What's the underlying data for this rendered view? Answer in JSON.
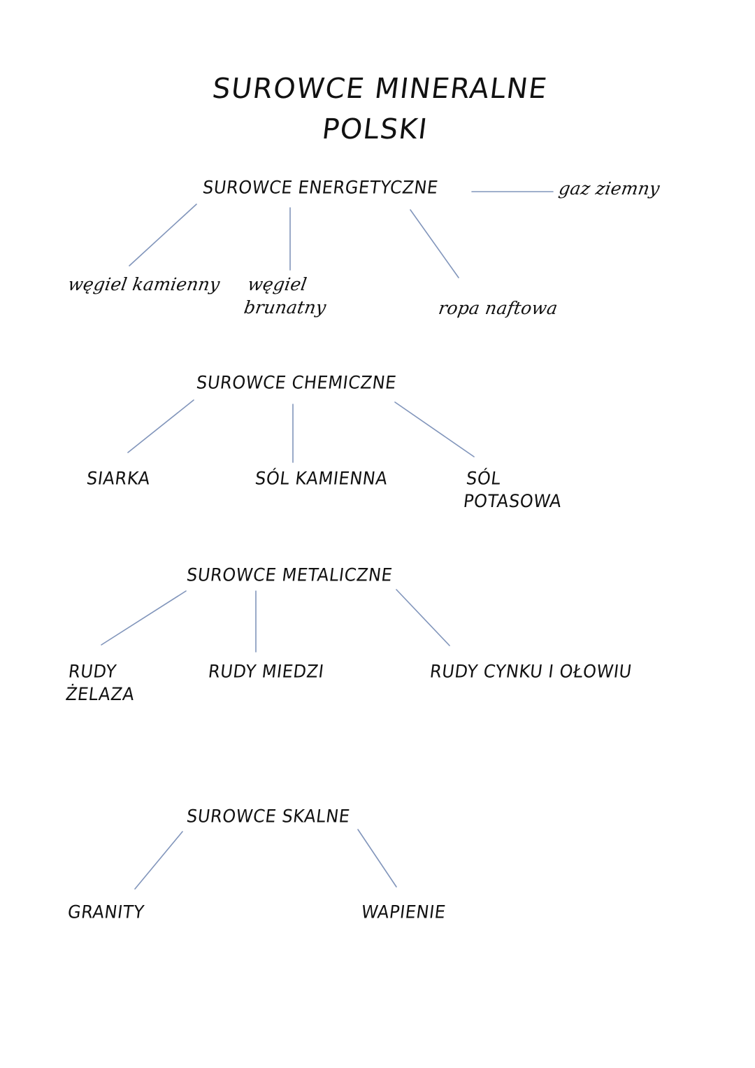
{
  "document": {
    "title_lines": [
      "SUROWCE MINERALNE",
      "POLSKI"
    ],
    "title_full": "SUROWCE MINERALNE POLSKI",
    "background_color": "#ffffff",
    "ink_color": "#111111",
    "connector_color": "#8195bb"
  },
  "groups": [
    {
      "id": "energetyczne",
      "heading": "SUROWCE ENERGETYCZNE",
      "style": "print",
      "side_item": {
        "label": "gaz ziemny",
        "style": "script"
      },
      "children": [
        {
          "label": "węgiel kamienny",
          "style": "script"
        },
        {
          "label": "węgiel\nbrunatny",
          "style": "script"
        },
        {
          "label": "ropa naftowa",
          "style": "script"
        }
      ]
    },
    {
      "id": "chemiczne",
      "heading": "SUROWCE CHEMICZNE",
      "style": "print",
      "children": [
        {
          "label": "SIARKA",
          "style": "print"
        },
        {
          "label": "SÓL KAMIENNA",
          "style": "print"
        },
        {
          "label": "SÓL\nPOTASOWA",
          "style": "print"
        }
      ]
    },
    {
      "id": "metaliczne",
      "heading": "SUROWCE METALICZNE",
      "style": "print",
      "children": [
        {
          "label": "RUDY\nŻELAZA",
          "style": "print"
        },
        {
          "label": "RUDY MIEDZI",
          "style": "print"
        },
        {
          "label": "RUDY CYNKU I OŁOWIU",
          "style": "print"
        }
      ]
    },
    {
      "id": "skalne",
      "heading": "SUROWCE SKALNE",
      "style": "print",
      "children": [
        {
          "label": "GRANITY",
          "style": "print"
        },
        {
          "label": "WAPIENIE",
          "style": "print"
        }
      ]
    }
  ]
}
